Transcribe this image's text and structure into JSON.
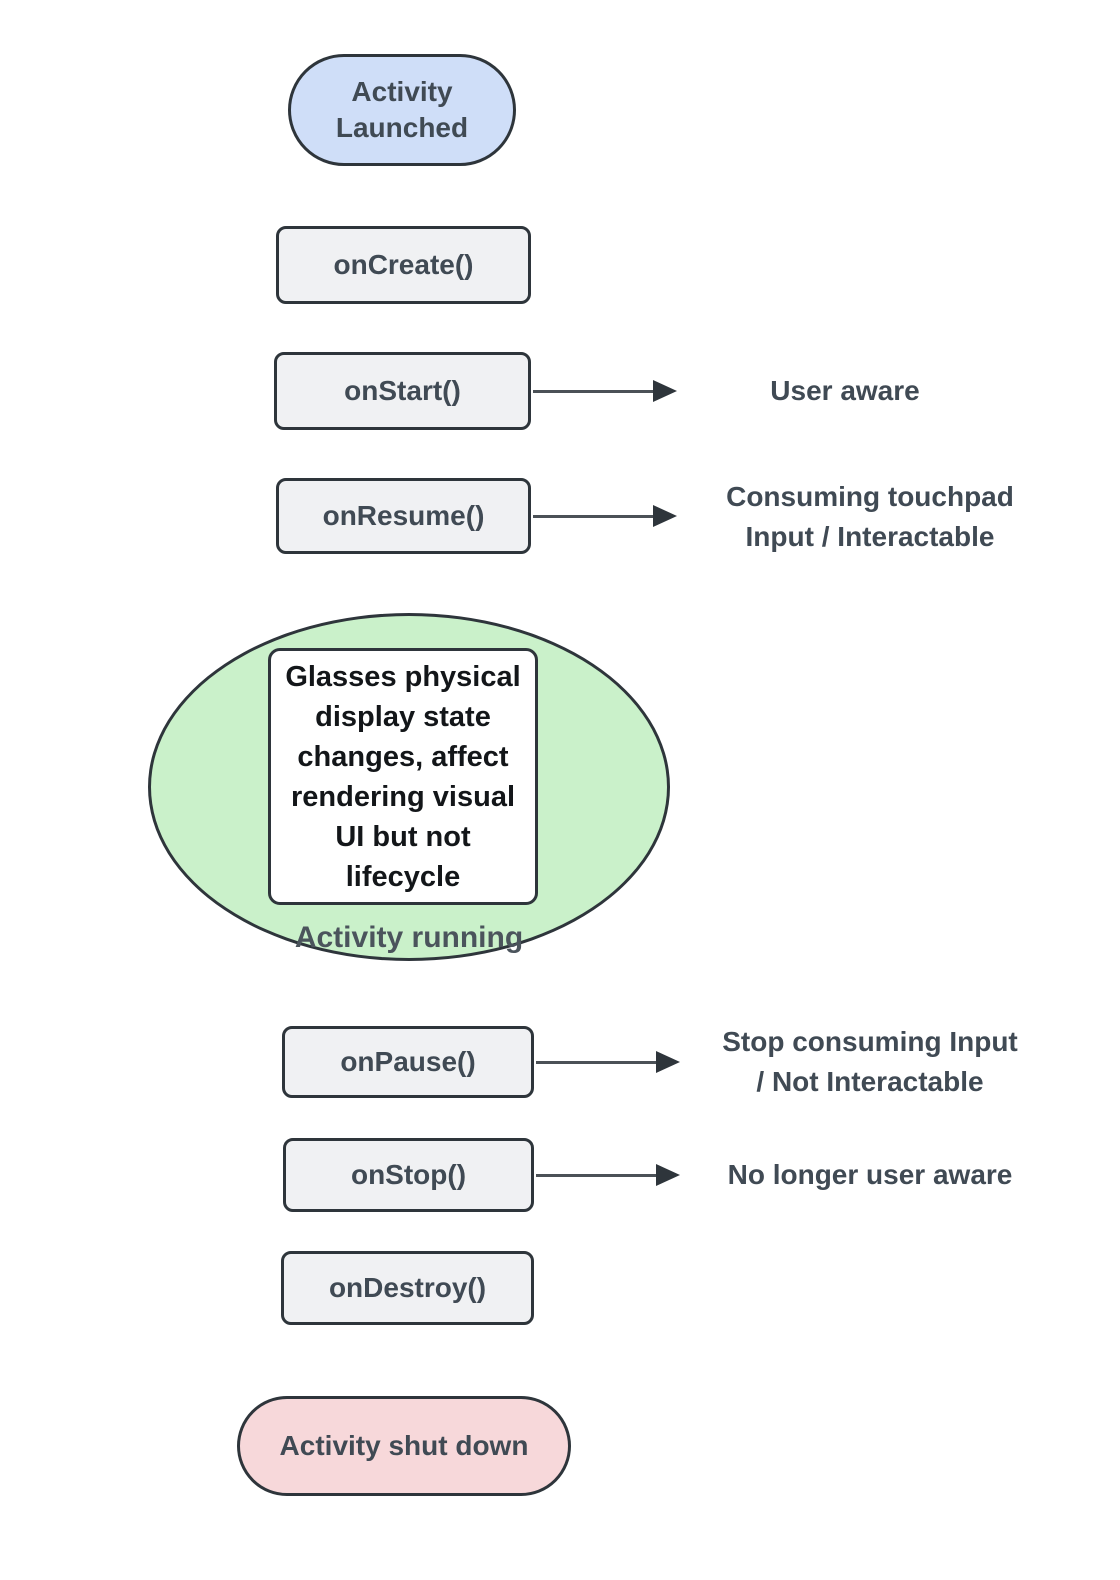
{
  "theme": {
    "canvas_bg": "#ffffff",
    "accent_blue": "#cfdef8",
    "node_gray": "#f0f1f3",
    "accent_green": "#caf1ca",
    "accent_pink": "#f7d8da",
    "border_dark": "#2e353b",
    "text_dark": "#404a54",
    "text_black": "#131619",
    "arrow_color": "#4b5157"
  },
  "nodes": {
    "activity_launched": {
      "label": "Activity Launched"
    },
    "on_create": {
      "label": "onCreate()"
    },
    "on_start": {
      "label": "onStart()",
      "annotation": "User aware"
    },
    "on_resume": {
      "label": "onResume()",
      "annotation_lines": [
        "Consuming touchpad",
        "Input / Interactable"
      ]
    },
    "activity_running": {
      "label": "Activity running",
      "note_lines": [
        "Glasses physical",
        "display state",
        "changes, affect",
        "rendering visual",
        "UI but not",
        "lifecycle"
      ]
    },
    "on_pause": {
      "label": "onPause()",
      "annotation_lines": [
        "Stop consuming Input",
        "/ Not Interactable"
      ]
    },
    "on_stop": {
      "label": "onStop()",
      "annotation": "No longer user aware"
    },
    "on_destroy": {
      "label": "onDestroy()"
    },
    "activity_shut_down": {
      "label": "Activity shut down"
    }
  }
}
